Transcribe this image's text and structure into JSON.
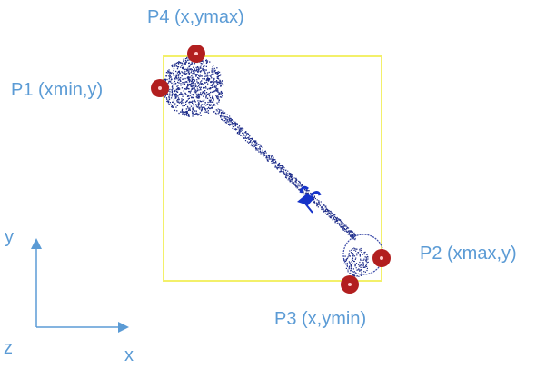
{
  "points": {
    "p1_label": "P1 (xmin,y)",
    "p2_label": "P2 (xmax,y)",
    "p3_label": "P3 (x,ymin)",
    "p4_label": "P4 (x,ymax)"
  },
  "axes": {
    "y_label": "y",
    "x_label": "x",
    "z_label": "z"
  },
  "colors": {
    "label": "#5b9bd5",
    "bbox": "#f3f06a",
    "marker_fill": "#b21f1f",
    "cloud": "#1f2d8a",
    "axis": "#5b9bd5"
  }
}
